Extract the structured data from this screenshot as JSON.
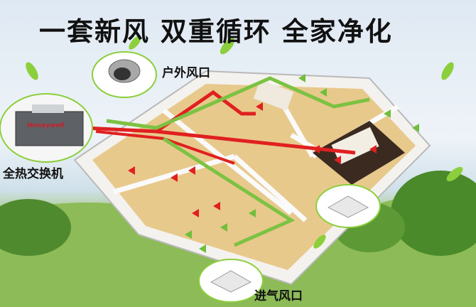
{
  "title": "一套新风 双重循环 全家净化",
  "labels": {
    "outdoor_vent": "户外风口",
    "heat_exchanger": "全热交换机",
    "intake_vent": "进气风口"
  },
  "device": {
    "brand": "Honeywell"
  },
  "colors": {
    "exhaust_duct": "#e02020",
    "fresh_duct": "#7cc243",
    "leaf": "#8ccf3c",
    "floor": "#e8c98c"
  }
}
